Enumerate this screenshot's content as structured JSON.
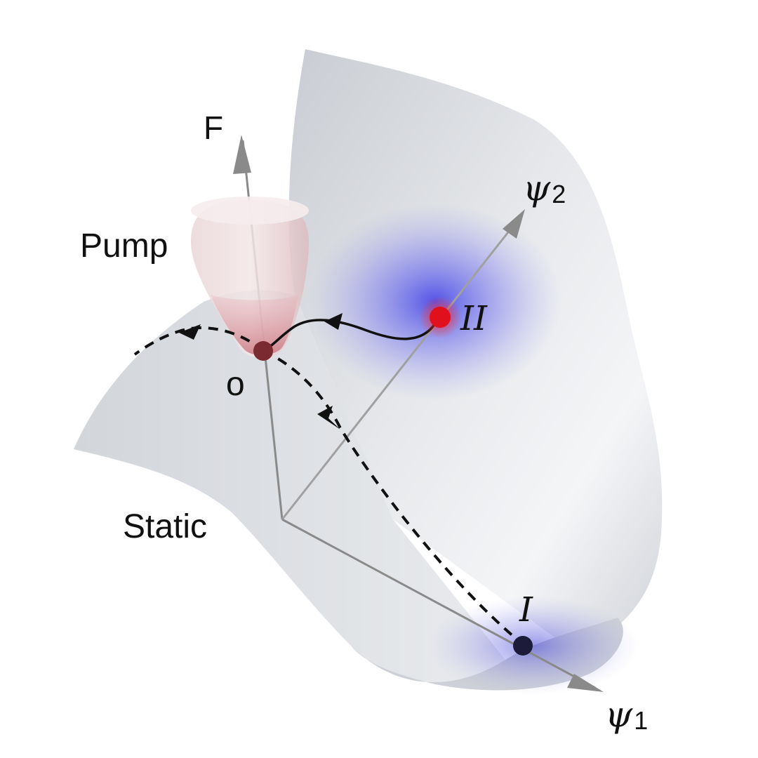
{
  "labels": {
    "axis_f": "F",
    "axis_psi2": "ψ",
    "axis_psi2_sub": "2",
    "axis_psi1": "ψ",
    "axis_psi1_sub": "1",
    "pump": "Pump",
    "static": "Static",
    "point_o": "o",
    "point_ii": "II",
    "point_i": "I"
  },
  "colors": {
    "surface": "#dfe1e5",
    "surface_edge": "#c9ccd2",
    "axis": "#8a8a8a",
    "well_blue": "#5a5ae8",
    "point_ii": "#e0101c",
    "point_o": "#7a2a30",
    "point_i": "#1c1c3a",
    "pump_cone": "#e8c4c8",
    "path": "#111111"
  }
}
